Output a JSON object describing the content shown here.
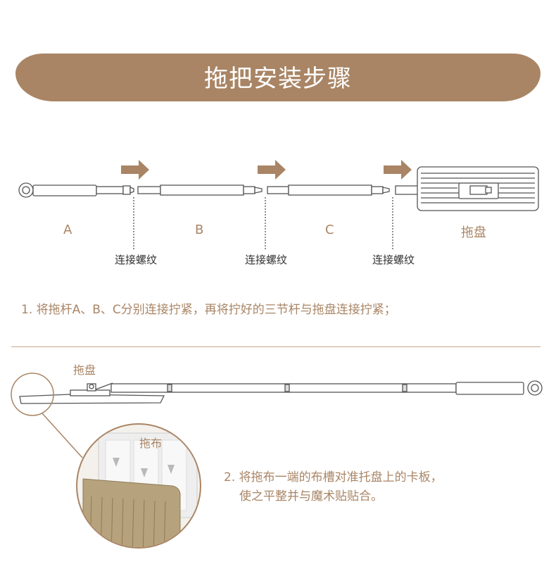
{
  "header": {
    "title": "拖把安装步骤"
  },
  "step1": {
    "parts": [
      {
        "label": "A"
      },
      {
        "label": "B"
      },
      {
        "label": "C"
      },
      {
        "label": "拖盘"
      }
    ],
    "thread_labels": [
      "连接螺纹",
      "连接螺纹",
      "连接螺纹"
    ],
    "instruction": "1. 将拖杆A、B、C分别连接拧紧，再将拧好的三节杆与拖盘连接拧紧；"
  },
  "step2": {
    "tray_label": "拖盘",
    "cloth_label": "拖布",
    "instruction_line1": "2. 将拖布一端的布槽对准托盘上的卡板，",
    "instruction_line2": "使之平整并与魔术贴贴合。"
  },
  "colors": {
    "accent": "#a98565",
    "line": "#555555"
  }
}
